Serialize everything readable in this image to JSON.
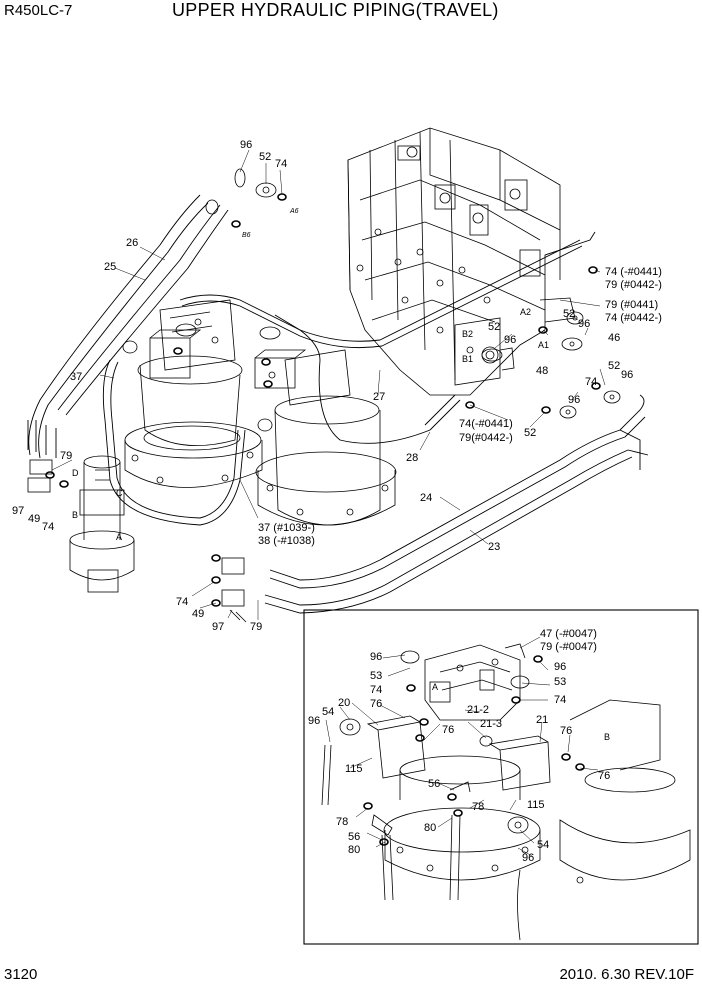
{
  "header": {
    "model": "R450LC-7",
    "title": "UPPER HYDRAULIC PIPING(TRAVEL)"
  },
  "footer": {
    "page_number": "3120",
    "revision": "2010. 6.30  REV.10F"
  },
  "callouts": {
    "c96a": "96",
    "c52a": "52",
    "c74a": "74",
    "c26": "26",
    "c25": "25",
    "c74_0441a": "74 (-#0441)",
    "c79_0442a": "79 (#0442-)",
    "c79_0441b": "79 (#0441)",
    "c74_0442b": "74 (#0442-)",
    "c52b": "52",
    "c96b": "96",
    "c46": "46",
    "c96c": "96",
    "c52c": "52",
    "c48": "48",
    "c74b": "74",
    "c96d": "96",
    "c52d": "52",
    "c37": "37",
    "c27": "27",
    "c74_0441c": "74(-#0441)",
    "c79_0442c": "79(#0442-)",
    "c28": "28",
    "c79a": "79",
    "c97a": "97",
    "c49a": "49",
    "c74c": "74",
    "c37_1039": "37 (#1039-)",
    "c38_1038": "38 (-#1038)",
    "c24": "24",
    "c23": "23",
    "c74d": "74",
    "c49b": "49",
    "c97b": "97",
    "c79b": "79",
    "c47_0047": "47 (-#0047)",
    "c79_0047": "79 (-#0047)",
    "c96e": "96",
    "c53a": "53",
    "c74e": "74",
    "c96f": "96",
    "c53b": "53",
    "c74f": "74",
    "c54a": "54",
    "c20": "20",
    "c96g": "96",
    "c76a": "76",
    "c21_2": "21-2",
    "c76b": "76",
    "c21_3": "21-3",
    "c21": "21",
    "c76c": "76",
    "c76d": "76",
    "c115a": "115",
    "c56a": "56",
    "c78a": "78",
    "c115b": "115",
    "c78b": "78",
    "c80a": "80",
    "c56b": "56",
    "c80b": "80",
    "c54b": "54",
    "c96h": "96"
  },
  "port_labels": {
    "a6": "A6",
    "b6": "B6",
    "a2": "A2",
    "b2": "B2",
    "a1": "A1",
    "b1": "B1",
    "d": "D",
    "c": "C",
    "b": "B",
    "a": "A",
    "inset_a": "A",
    "inset_b": "B"
  }
}
